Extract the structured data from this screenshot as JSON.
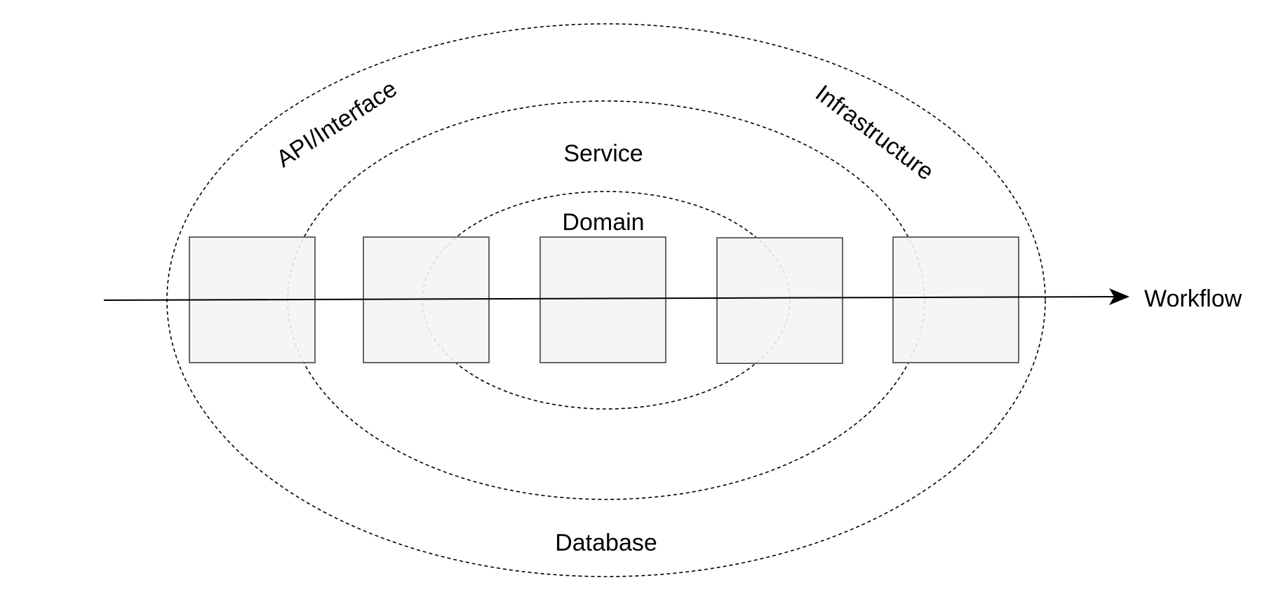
{
  "diagram": {
    "layers": {
      "infrastructure": "Infrastructure",
      "api_interface": "API/Interface",
      "service": "Service",
      "domain": "Domain",
      "database": "Database"
    },
    "flow": {
      "label": "Workflow"
    },
    "components": [
      {
        "id": "component-1"
      },
      {
        "id": "component-2"
      },
      {
        "id": "component-3"
      },
      {
        "id": "component-4"
      },
      {
        "id": "component-5"
      }
    ],
    "colors": {
      "line": "#000000",
      "box_fill": "#f4f4f4",
      "box_stroke": "#666666"
    }
  }
}
